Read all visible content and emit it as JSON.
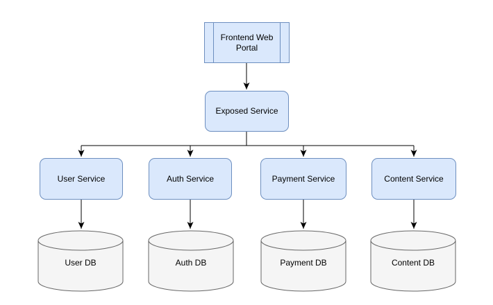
{
  "diagram": {
    "nodes": {
      "frontend": {
        "label": "Frontend Web Portal",
        "shape": "process"
      },
      "exposed": {
        "label": "Exposed Service",
        "shape": "rounded"
      },
      "user_service": {
        "label": "User Service",
        "shape": "rounded"
      },
      "auth_service": {
        "label": "Auth Service",
        "shape": "rounded"
      },
      "payment_service": {
        "label": "Payment Service",
        "shape": "rounded"
      },
      "content_service": {
        "label": "Content Service",
        "shape": "rounded"
      },
      "user_db": {
        "label": "User DB",
        "shape": "cylinder"
      },
      "auth_db": {
        "label": "Auth DB",
        "shape": "cylinder"
      },
      "payment_db": {
        "label": "Payment DB",
        "shape": "cylinder"
      },
      "content_db": {
        "label": "Content DB",
        "shape": "cylinder"
      }
    },
    "edges": [
      {
        "from": "frontend",
        "to": "exposed"
      },
      {
        "from": "exposed",
        "to": "user_service"
      },
      {
        "from": "exposed",
        "to": "auth_service"
      },
      {
        "from": "exposed",
        "to": "payment_service"
      },
      {
        "from": "exposed",
        "to": "content_service"
      },
      {
        "from": "user_service",
        "to": "user_db"
      },
      {
        "from": "auth_service",
        "to": "auth_db"
      },
      {
        "from": "payment_service",
        "to": "payment_db"
      },
      {
        "from": "content_service",
        "to": "content_db"
      }
    ],
    "colors": {
      "service_fill": "#dae8fc",
      "service_stroke": "#6c8ebf",
      "db_fill": "#f5f5f5",
      "db_stroke": "#666666",
      "edge": "#000000",
      "text": "#000000",
      "background": "#ffffff"
    }
  }
}
